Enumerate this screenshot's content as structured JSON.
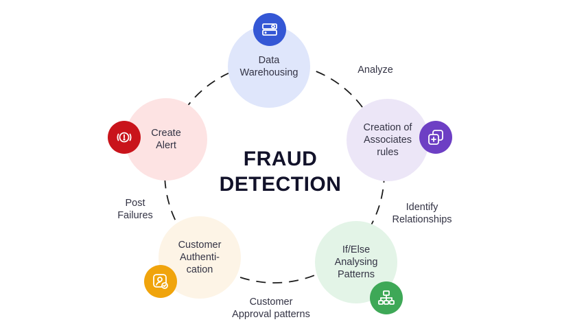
{
  "diagram": {
    "title_line1": "FRAUD",
    "title_line2": "DETECTION",
    "nodes": [
      {
        "label": "Data\nWarehousing",
        "icon": "database-gear-icon",
        "fill": "#dfe6fb",
        "badge": "#3457d5"
      },
      {
        "label": "Creation of\nAssociates\nrules",
        "icon": "squares-plus-icon",
        "fill": "#ece6f7",
        "badge": "#6d3fc4"
      },
      {
        "label": "If/Else\nAnalysing\nPatterns",
        "icon": "hierarchy-icon",
        "fill": "#e3f4e7",
        "badge": "#3ea857"
      },
      {
        "label": "Customer\nAuthenti-\ncation",
        "icon": "user-check-icon",
        "fill": "#fdf4e6",
        "badge": "#f0a40c"
      },
      {
        "label": "Create\nAlert",
        "icon": "alarm-alert-icon",
        "fill": "#fde3e3",
        "badge": "#c9141b"
      }
    ],
    "edges": [
      {
        "label": "Analyze"
      },
      {
        "label": "Identify\nRelationships"
      },
      {
        "label": "Customer\nApproval patterns"
      },
      {
        "label": "Post\nFailures"
      }
    ],
    "ring_color": "#1a1a1a"
  }
}
